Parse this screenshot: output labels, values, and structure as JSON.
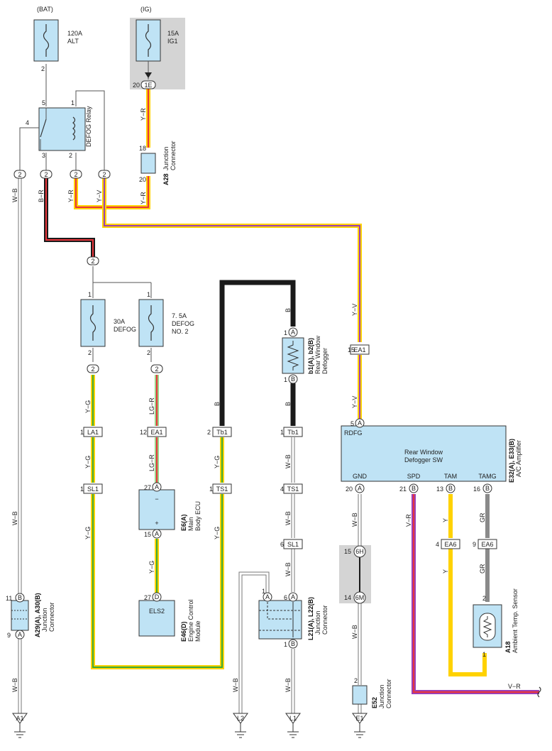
{
  "colors": {
    "component_fill": "#bfe3f5",
    "wire_WB": "#ffffff",
    "wire_BR_body": "#1a1a1a",
    "wire_BR_stripe": "#e8343a",
    "wire_YR_body": "#ffd200",
    "wire_YR_stripe": "#e8343a",
    "wire_YV_body": "#ffd200",
    "wire_YV_stripe": "#9b3fb5",
    "wire_YG_body": "#ffd200",
    "wire_YG_stripe": "#3aaa35",
    "wire_LGR_body": "#9bd48a",
    "wire_LGR_stripe": "#e8343a",
    "wire_B": "#1a1a1a",
    "wire_Y": "#ffd200",
    "wire_GR": "#8a8a8a",
    "wire_VR_body": "#9b3fb5",
    "wire_VR_stripe": "#e8343a",
    "connector_shade": "#d4d4d4"
  },
  "labels": {
    "bat": "(BAT)",
    "ig": "(IG)",
    "fuse_alt_a": "120A",
    "fuse_alt_b": "ALT",
    "fuse_ig1_a": "15A",
    "fuse_ig1_b": "IG1",
    "relay_name": "DEFOG Relay",
    "fuse_defog_a": "30A",
    "fuse_defog_b": "DEFOG",
    "fuse_defog2_a": "7. 5A",
    "fuse_defog2_b": "DEFOG",
    "fuse_defog2_c": "NO. 2",
    "a28_code": "A28",
    "a28_name_a": "Junction",
    "a28_name_b": "Connector",
    "rear_def_code": "b1(A), b2(B)",
    "rear_def_name_a": "Rear Window",
    "rear_def_name_b": "Defogger",
    "ac_code": "E32(A), E33(B)",
    "ac_name": "A/C Amplifier",
    "ac_inner_a": "Rear Window",
    "ac_inner_b": "Defogger SW",
    "rdfg": "RDFG",
    "gnd": "GND",
    "spd": "SPD",
    "tam": "TAM",
    "tamg": "TAMG",
    "e6_code": "E6(A)",
    "e6_name_a": "Main",
    "e6_name_b": "Body ECU",
    "e6_minus": "−",
    "e6_plus": "+",
    "e46_code": "E46(D)",
    "e46_name_a": "Engine Control",
    "e46_name_b": "Module",
    "els2": "ELS2",
    "a29_code": "A29(A), A30(B)",
    "a29_name_a": "Junction",
    "a29_name_b": "Connector",
    "l21_code": "L21(A), L22(B)",
    "l21_name_a": "Junction",
    "l21_name_b": "Connector",
    "e52_code": "E52",
    "e52_name_a": "Junction",
    "e52_name_b": "Connector",
    "a18_code": "A18",
    "a18_name": "Ambient Temp. Sensor",
    "w_WB": "W−B",
    "w_BR": "B−R",
    "w_YR": "Y−R",
    "w_YV": "Y−V",
    "w_YG": "Y−G",
    "w_LGR": "LG−R",
    "w_B": "B",
    "w_Y": "Y",
    "w_GR": "GR",
    "w_VR": "V−R"
  },
  "connectors": {
    "c1E": "1E",
    "c2": "2",
    "cEA1": "EA1",
    "cLA1": "LA1",
    "cSL1": "SL1",
    "cTb1": "Tb1",
    "cTS1": "TS1",
    "cEA6": "EA6",
    "c6H": "6H",
    "c6M": "6M",
    "pA": "A",
    "pB": "B",
    "pD": "D"
  },
  "grounds": {
    "A1": "A1",
    "L2": "L2",
    "L1": "L1",
    "E1": "E1"
  },
  "pins": {
    "p1": "1",
    "p2": "2",
    "p3": "3",
    "p4": "4",
    "p5": "5",
    "p6": "6",
    "p9": "9",
    "p11": "11",
    "p12": "12",
    "p13": "13",
    "p14": "14",
    "p15": "15",
    "p16": "16",
    "p18": "18",
    "p20": "20",
    "p21": "21",
    "p27": "27"
  }
}
